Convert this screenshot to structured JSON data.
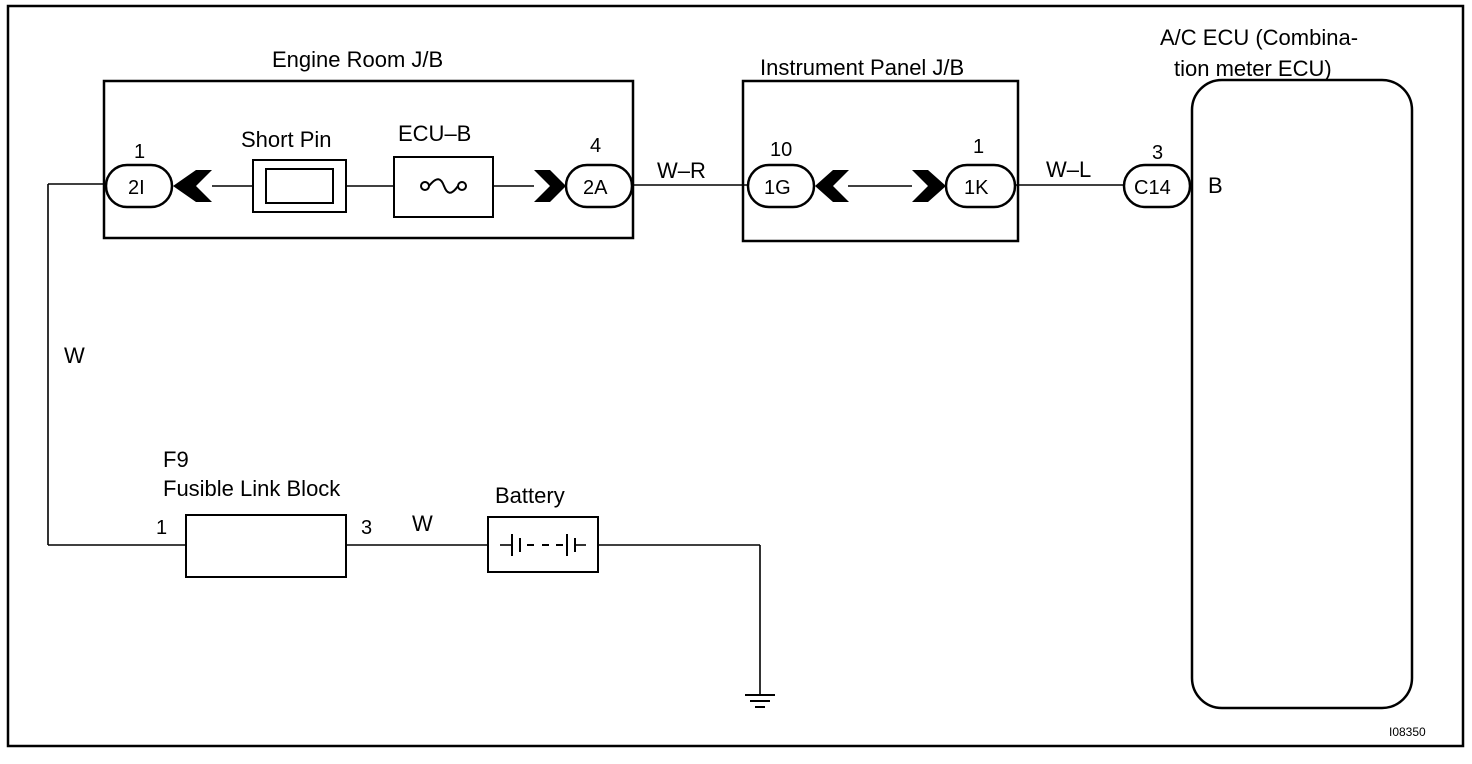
{
  "blocks": {
    "engine_room": "Engine Room J/B",
    "instrument_panel": "Instrument Panel J/B",
    "ecu_line1": "A/C  ECU  (Combina-",
    "ecu_line2": "tion meter ECU)",
    "fusible_ref": "F9",
    "fusible_name": "Fusible Link Block",
    "battery": "Battery",
    "short_pin": "Short Pin",
    "fuse": "ECU–B"
  },
  "connectors": {
    "c2i": {
      "code": "2I",
      "pin": "1"
    },
    "c2a": {
      "code": "2A",
      "pin": "4"
    },
    "c1g": {
      "code": "1G",
      "pin": "10"
    },
    "c1k": {
      "code": "1K",
      "pin": "1"
    },
    "c14": {
      "code": "C14",
      "pin": "3",
      "terminal": "B"
    }
  },
  "fusible_pins": {
    "left": "1",
    "right": "3"
  },
  "wires": {
    "w_r": "W–R",
    "w_l": "W–L",
    "w_vertical": "W",
    "w_battery": "W"
  },
  "figure_id": "I08350"
}
